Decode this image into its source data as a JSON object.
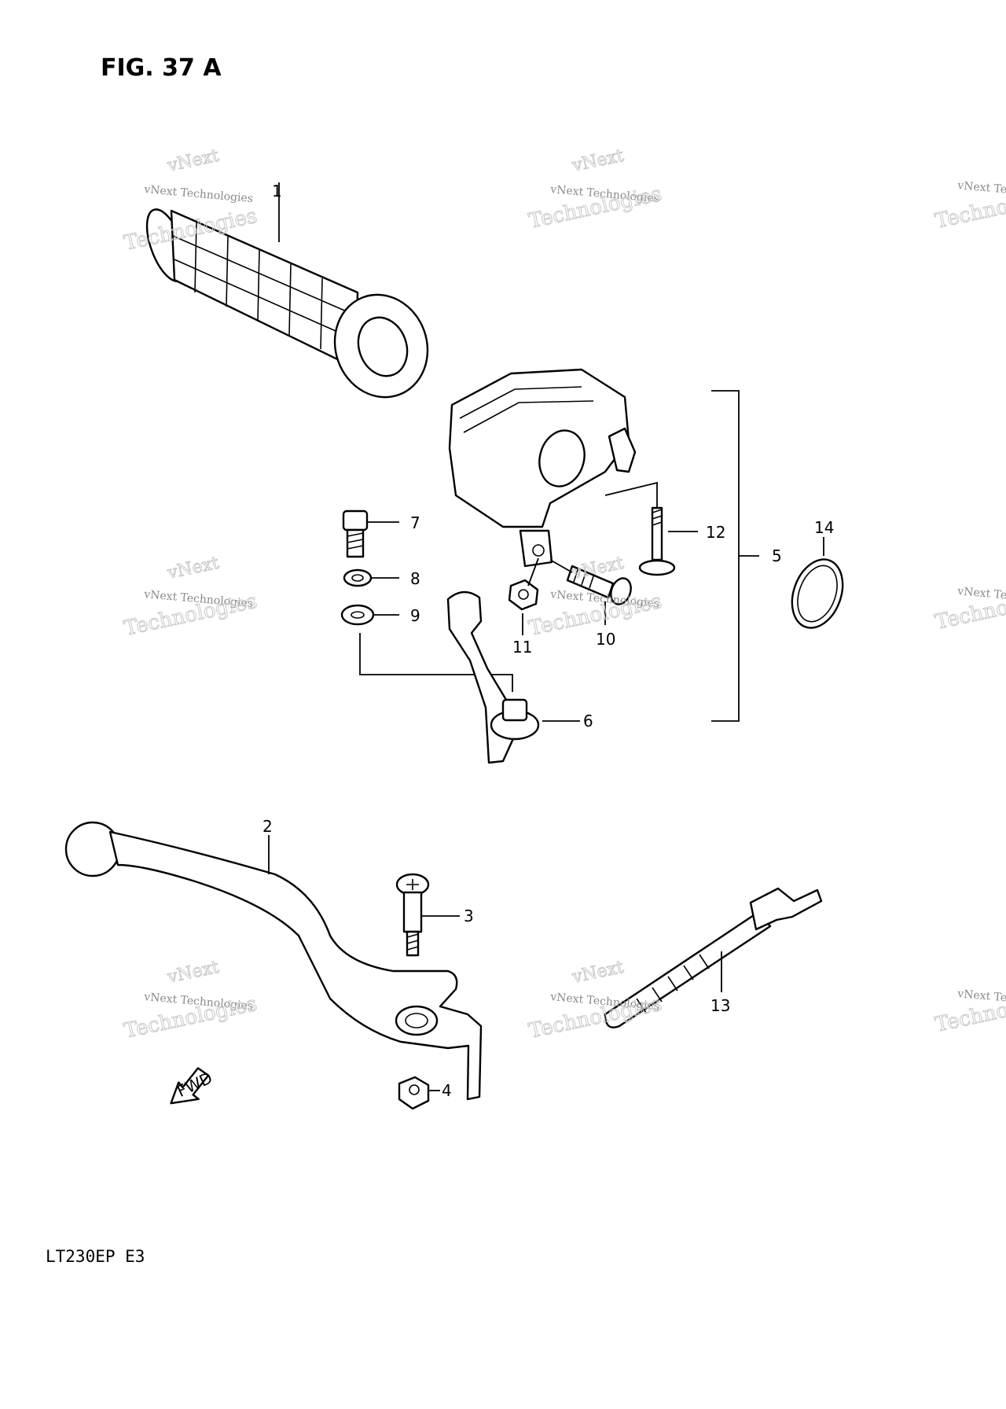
{
  "figure": {
    "title": "FIG. 37 A",
    "model": "LT230EP  E3",
    "fwd_label": "FWD"
  },
  "callouts": {
    "c1": "1",
    "c2": "2",
    "c3": "3",
    "c4": "4",
    "c5": "5",
    "c6": "6",
    "c7": "7",
    "c8": "8",
    "c9": "9",
    "c10": "10",
    "c11": "11",
    "c12": "12",
    "c13": "13",
    "c14": "14"
  },
  "watermark": {
    "line1": "vNext",
    "line2": "vNext Technologies",
    "line3": "Technologies"
  }
}
